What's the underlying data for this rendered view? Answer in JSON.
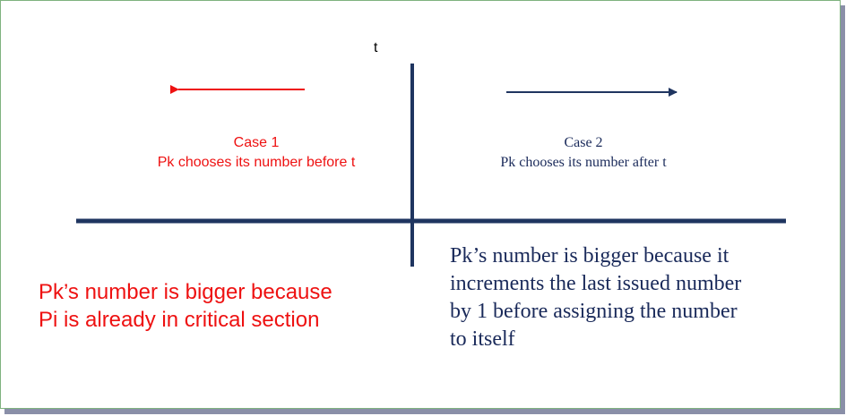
{
  "diagram": {
    "time_label": "t",
    "case1": {
      "title": "Case 1",
      "subtitle": "Pk chooses its number before t",
      "color": "#ee1111"
    },
    "case2": {
      "title": "Case 2",
      "subtitle": "Pk chooses its number after t",
      "color": "#1a2a5a"
    },
    "left_explanation": [
      "Pk’s number is bigger because",
      "Pi is already in critical section"
    ],
    "right_explanation": [
      "Pk’s number is bigger because it",
      "increments the last issued number",
      "by 1 before assigning the number",
      "to itself"
    ],
    "axis_color": "#1f3560",
    "left_arrow_direction": "left",
    "right_arrow_direction": "right"
  }
}
